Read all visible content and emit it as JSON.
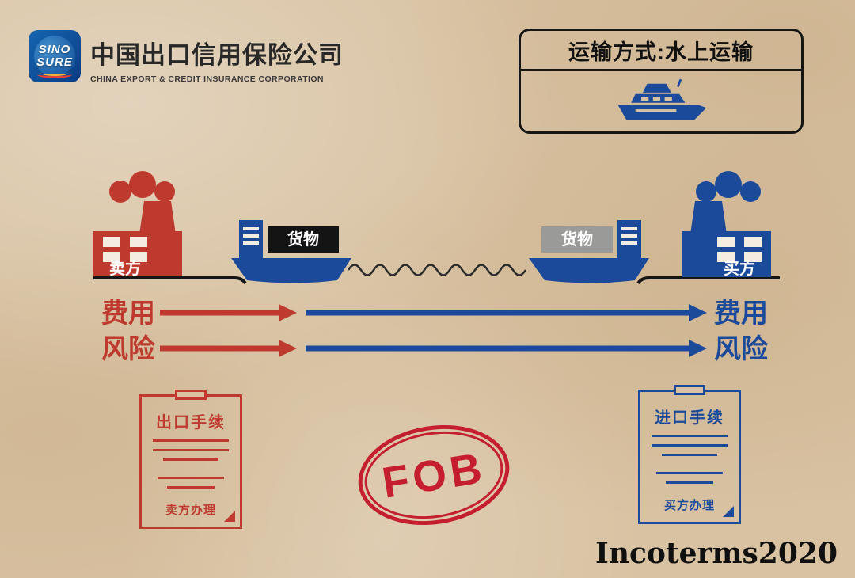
{
  "colors": {
    "background": "#d8c2a2",
    "red": "#bf3a2e",
    "blue": "#1c4a9b",
    "black": "#161616",
    "gray_label": "#9a9a98",
    "stamp_red": "#c41e2f"
  },
  "header": {
    "logo_top": "SINO",
    "logo_bottom": "SURE",
    "company_cn": "中国出口信用保险公司",
    "company_en": "CHINA EXPORT & CREDIT INSURANCE CORPORATION"
  },
  "transport": {
    "title": "运输方式:水上运输"
  },
  "flow": {
    "seller": "卖方",
    "buyer": "买方",
    "goods_left": "货物",
    "goods_right": "货物",
    "cost_left": "费用",
    "cost_right": "费用",
    "risk_left": "风险",
    "risk_right": "风险"
  },
  "export_doc": {
    "title": "出口手续",
    "note": "卖方办理"
  },
  "import_doc": {
    "title": "进口手续",
    "note": "买方办理"
  },
  "stamp": {
    "text": "FOB"
  },
  "footer": {
    "text": "Incoterms2020"
  }
}
